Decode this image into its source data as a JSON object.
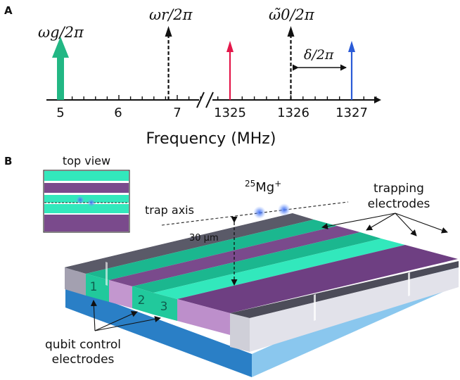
{
  "panel_a": {
    "label": "A",
    "axis_title": "Frequency (MHz)",
    "tick_labels": [
      "5",
      "6",
      "7",
      "1325",
      "1326",
      "1327"
    ],
    "peaks": [
      {
        "label": "ωg/2π",
        "value": 5,
        "color": "#22b784",
        "style": "thick"
      },
      {
        "label": "ωr/2π",
        "value": 6.85,
        "color": "#111111",
        "style": "dashed"
      },
      {
        "label": "",
        "value": 1325,
        "color": "#e4174a",
        "style": "thin"
      },
      {
        "label": "ω̃0/2π",
        "value": 1326,
        "color": "#111111",
        "style": "dashed"
      },
      {
        "label": "",
        "value": 1327,
        "color": "#2a5bd7",
        "style": "thin"
      }
    ],
    "detuning_label": "δ/2π"
  },
  "panel_b": {
    "label": "B",
    "top_view_title": "top view",
    "ion_label": "25Mg+",
    "ion_mass": "25",
    "ion_element": "Mg",
    "ion_charge": "+",
    "trap_axis_label": "trap axis",
    "height_label": "30 µm",
    "trapping_label": "trapping electrodes",
    "trapping_line1": "trapping",
    "trapping_line2": "electrodes",
    "qubit_label": "qubit control electrodes",
    "qubit_line1": "qubit control",
    "qubit_line2": "electrodes",
    "electrode_numbers": [
      "1",
      "2",
      "3"
    ],
    "colors": {
      "teal": "#1bb78f",
      "teal_light": "#32e8bc",
      "purple": "#7a4a8c",
      "purple_light": "#c397cf",
      "grey": "#4c4c59",
      "grey_light": "#dcdce3",
      "substrate_blue": "#2a7fc6",
      "substrate_light": "#8ac7ee",
      "ion_glow": "#3f6ff0"
    }
  }
}
